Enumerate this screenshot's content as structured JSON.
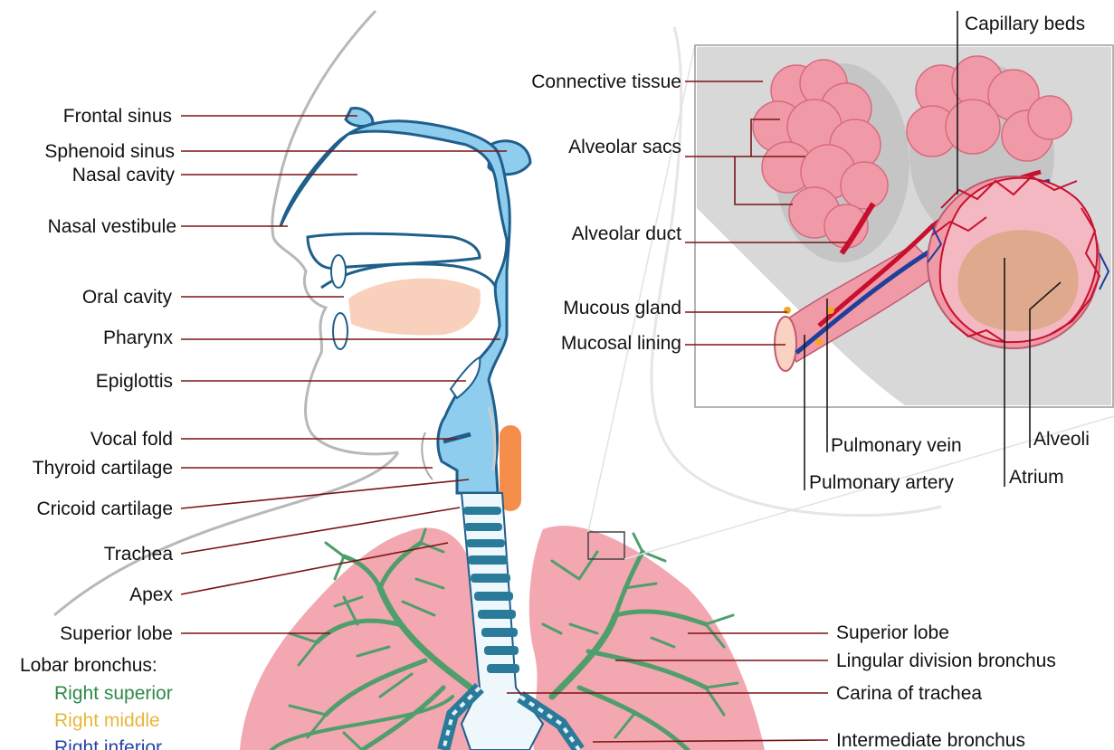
{
  "head_labels": {
    "frontal_sinus": "Frontal sinus",
    "sphenoid_sinus": "Sphenoid sinus",
    "nasal_cavity": "Nasal cavity",
    "nasal_vestibule": "Nasal vestibule",
    "oral_cavity": "Oral cavity",
    "pharynx": "Pharynx",
    "epiglottis": "Epiglottis",
    "vocal_fold": "Vocal fold",
    "thyroid_cartilage": "Thyroid cartilage",
    "cricoid_cartilage": "Cricoid cartilage",
    "trachea": "Trachea",
    "apex": "Apex",
    "superior_lobe_left": "Superior lobe",
    "lobar_bronchus": "Lobar bronchus:",
    "right_superior": "Right superior",
    "right_middle": "Right middle",
    "right_inferior": "Right inferior"
  },
  "inset_labels": {
    "capillary_beds": "Capillary beds",
    "connective_tissue": "Connective tissue",
    "alveolar_sacs": "Alveolar sacs",
    "alveolar_duct": "Alveolar duct",
    "mucous_gland": "Mucous gland",
    "mucosal_lining": "Mucosal lining",
    "pulmonary_vein": "Pulmonary vein",
    "pulmonary_artery": "Pulmonary artery",
    "alveoli": "Alveoli",
    "atrium": "Atrium"
  },
  "right_labels": {
    "superior_lobe": "Superior lobe",
    "lingular_division_bronchus": "Lingular division bronchus",
    "carina_of_trachea": "Carina of trachea",
    "intermediate_bronchus": "Intermediate bronchus"
  },
  "colors": {
    "airway_blue": "#8fcdee",
    "airway_outline": "#1f5f8b",
    "lung_pink": "#f2a7b1",
    "bronchus_green": "#4f9e6c",
    "leader_red": "#7a1414",
    "trachea_ring": "#2a7a9a",
    "alveoli_pink": "#f09aa8",
    "artery_red": "#c8102e",
    "vein_blue": "#1f3f9a",
    "inset_bg": "#d8d8d8"
  }
}
